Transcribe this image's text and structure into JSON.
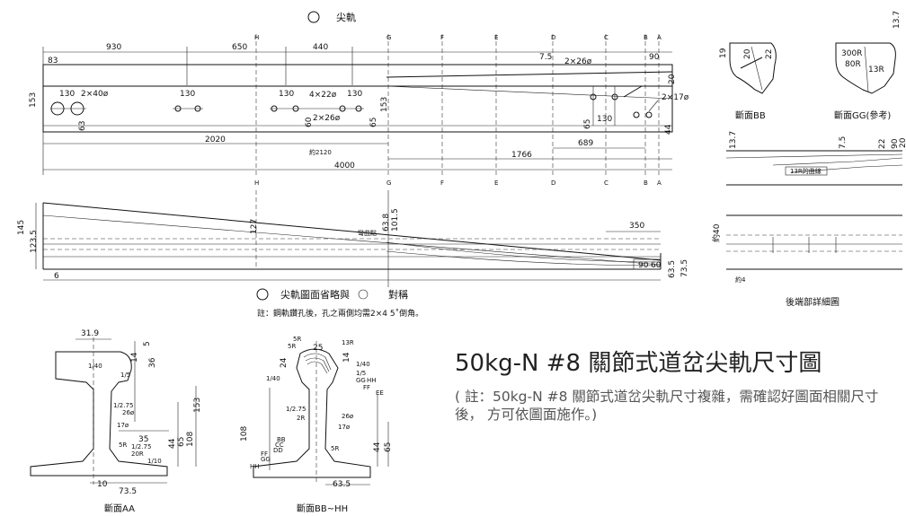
{
  "title": "50kg-N #8 關節式道岔尖軌尺寸圖",
  "note": "( 註：50kg-N #8 關節式道岔尖軌尺寸複雜，需確認好圖面相關尺寸後， 方可依圖面施作。)",
  "labels": {
    "top_label": "尖軌",
    "mid_label": "尖軌圖面省略與",
    "mid_symmetric": "對稱",
    "mid_note": "註：鋼軌鑽孔後，孔之兩側均需2×4 5˚倒角。",
    "section_bb": "斷面BB",
    "section_gg": "斷面GG(參考)",
    "rear_detail": "後端部詳細圖",
    "section_aa": "斷面AA",
    "section_bb_hh": "斷面BB~HH",
    "approx_2120": "約2120",
    "approx_4": "約4",
    "approx_40": "約40",
    "rail_text": "13R的曲線",
    "bend_text": "彎曲點"
  },
  "section_letters": [
    "H",
    "G",
    "F",
    "E",
    "D",
    "C",
    "B",
    "A"
  ],
  "dims_top": [
    "930",
    "650",
    "440",
    "83",
    "130",
    "2×40ø",
    "63",
    "153",
    "130",
    "130",
    "4×22ø",
    "130",
    "60",
    "2×26ø",
    "65",
    "153",
    "2020",
    "4000",
    "7.5",
    "2×26ø",
    "90",
    "20",
    "2×17ø",
    "65",
    "130",
    "44",
    "689",
    "1766"
  ],
  "dims_mid": [
    "145",
    "123.5",
    "6",
    "127",
    "63.8",
    "101.5",
    "350",
    "90",
    "60",
    "63.5",
    "73.5"
  ],
  "dims_bb": [
    "19",
    "20",
    "22"
  ],
  "dims_gg": [
    "300R",
    "80R",
    "13R",
    "13.7"
  ],
  "dims_rear": [
    "13.7",
    "7.5",
    "22",
    "90",
    "20"
  ],
  "dims_aa": [
    "31.9",
    "5",
    "14",
    "36",
    "1/40",
    "1/5",
    "1/2.75",
    "26ø",
    "17ø",
    "35",
    "5R",
    "1/2.75",
    "20R",
    "1/10",
    "65",
    "108",
    "153",
    "44",
    "10",
    "73.5"
  ],
  "dims_bbhh": [
    "5R",
    "5R",
    "25",
    "13R",
    "24",
    "14",
    "1/40",
    "1/40",
    "1/5",
    "GG",
    "HH",
    "FF",
    "EE",
    "1/2.75",
    "2R",
    "26ø",
    "17ø",
    "BB",
    "CC",
    "DD",
    "108",
    "FF",
    "GG",
    "HH",
    "44",
    "65",
    "5R",
    "63.5"
  ]
}
